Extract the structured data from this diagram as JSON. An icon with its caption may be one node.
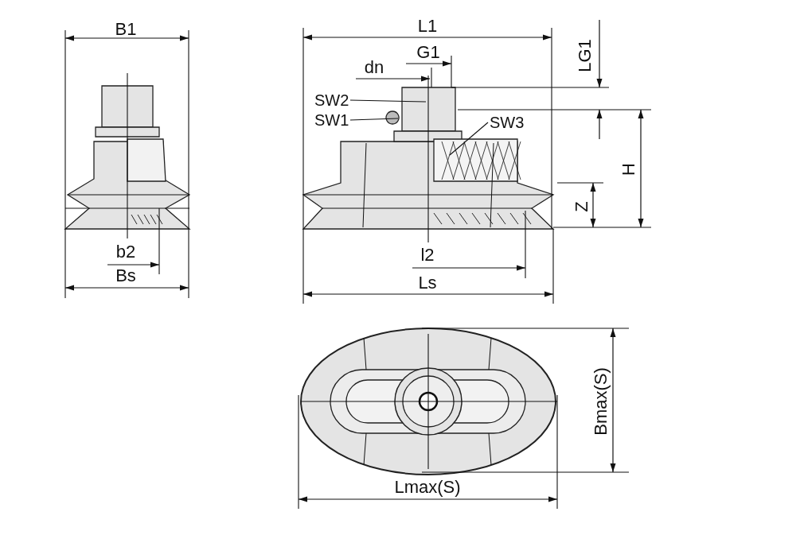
{
  "diagram": {
    "nodes": [
      {
        "text": [
          "SW2"
        ]
      },
      {
        "text": [
          "SW1"
        ]
      },
      {
        "text": [
          "SW3"
        ]
      }
    ],
    "edges": [
      {
        "from": 0,
        "to": null,
        "arrow": "none"
      },
      {
        "from": 1,
        "to": null,
        "arrow": "none"
      },
      {
        "from": 2,
        "to": null,
        "arrow": "none"
      }
    ],
    "labels": [
      "B1",
      "L1",
      "LG1",
      "G1",
      "dn",
      "H",
      "Z",
      "b2",
      "l2",
      "Bs",
      "Ls",
      "Bmax(S)",
      "Lmax(S)"
    ]
  }
}
